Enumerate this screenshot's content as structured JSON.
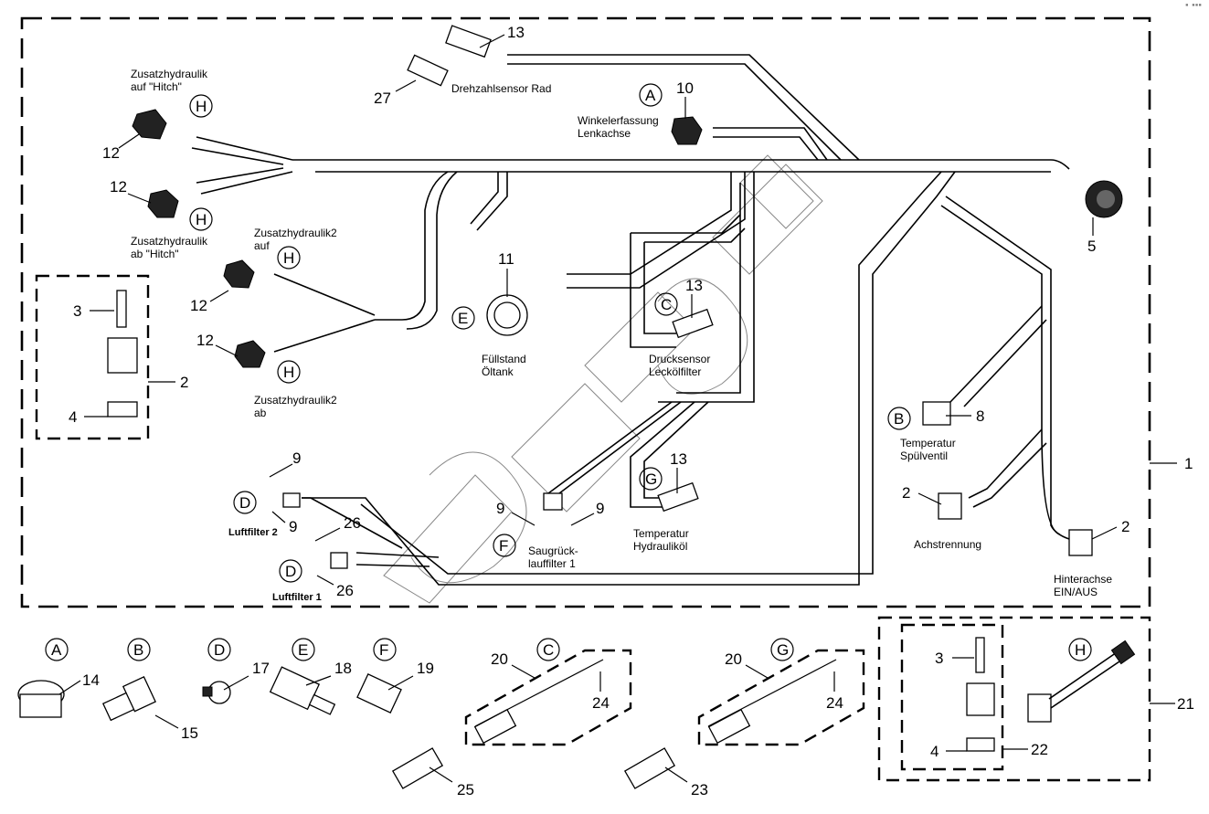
{
  "corner_mark": "▪ ▪▪▪",
  "assembly_label": "1",
  "group_labels": {
    "solenoid_kit": "2",
    "kit_21": "21",
    "kit_22": "22"
  },
  "callouts": {
    "A": "A",
    "B": "B",
    "C": "C",
    "D": "D",
    "E": "E",
    "F": "F",
    "G": "G",
    "H": "H"
  },
  "harness_labels": [
    {
      "id": "zh_auf_hitch",
      "lines": [
        "Zusatzhydraulik",
        "auf \"Hitch\""
      ]
    },
    {
      "id": "zh_ab_hitch",
      "lines": [
        "Zusatzhydraulik",
        "ab \"Hitch\""
      ]
    },
    {
      "id": "zh2_auf",
      "lines": [
        "Zusatzhydraulik2",
        "auf"
      ]
    },
    {
      "id": "zh2_ab",
      "lines": [
        "Zusatzhydraulik2",
        "ab"
      ]
    },
    {
      "id": "drehzahl",
      "lines": [
        "Drehzahlsensor Rad"
      ]
    },
    {
      "id": "winkel",
      "lines": [
        "Winkelerfassung",
        "Lenkachse"
      ]
    },
    {
      "id": "fuellstand",
      "lines": [
        "Füllstand",
        "Öltank"
      ]
    },
    {
      "id": "drucksensor",
      "lines": [
        "Drucksensor",
        "Leckölfilter"
      ]
    },
    {
      "id": "temp_spuel",
      "lines": [
        "Temperatur",
        "Spülventil"
      ]
    },
    {
      "id": "achstrennung",
      "lines": [
        "Achstrennung"
      ]
    },
    {
      "id": "hinterachse",
      "lines": [
        "Hinterachse",
        "EIN/AUS"
      ]
    },
    {
      "id": "temp_hydr",
      "lines": [
        "Temperatur",
        "Hydrauliköl"
      ]
    },
    {
      "id": "saug",
      "lines": [
        "Saugrück-",
        "lauffilter 1"
      ]
    },
    {
      "id": "luft2",
      "lines": [
        "Luftfilter 2"
      ]
    },
    {
      "id": "luft1",
      "lines": [
        "Luftfilter 1"
      ]
    }
  ],
  "part_numbers": {
    "p12a": "12",
    "p12b": "12",
    "p12c": "12",
    "p12d": "12",
    "p13a": "13",
    "p13b": "13",
    "p13c": "13",
    "p27": "27",
    "p10": "10",
    "p5": "5",
    "p11": "11",
    "p8": "8",
    "p2a": "2",
    "p2b": "2",
    "p3a": "3",
    "p4a": "4",
    "p9a": "9",
    "p9b": "9",
    "p9c": "9",
    "p9d": "9",
    "p26a": "26",
    "p26b": "26",
    "p14": "14",
    "p15": "15",
    "p17": "17",
    "p18": "18",
    "p19": "19",
    "p20a": "20",
    "p20b": "20",
    "p24a": "24",
    "p24b": "24",
    "p25": "25",
    "p23": "23",
    "p3b": "3",
    "p4b": "4"
  }
}
